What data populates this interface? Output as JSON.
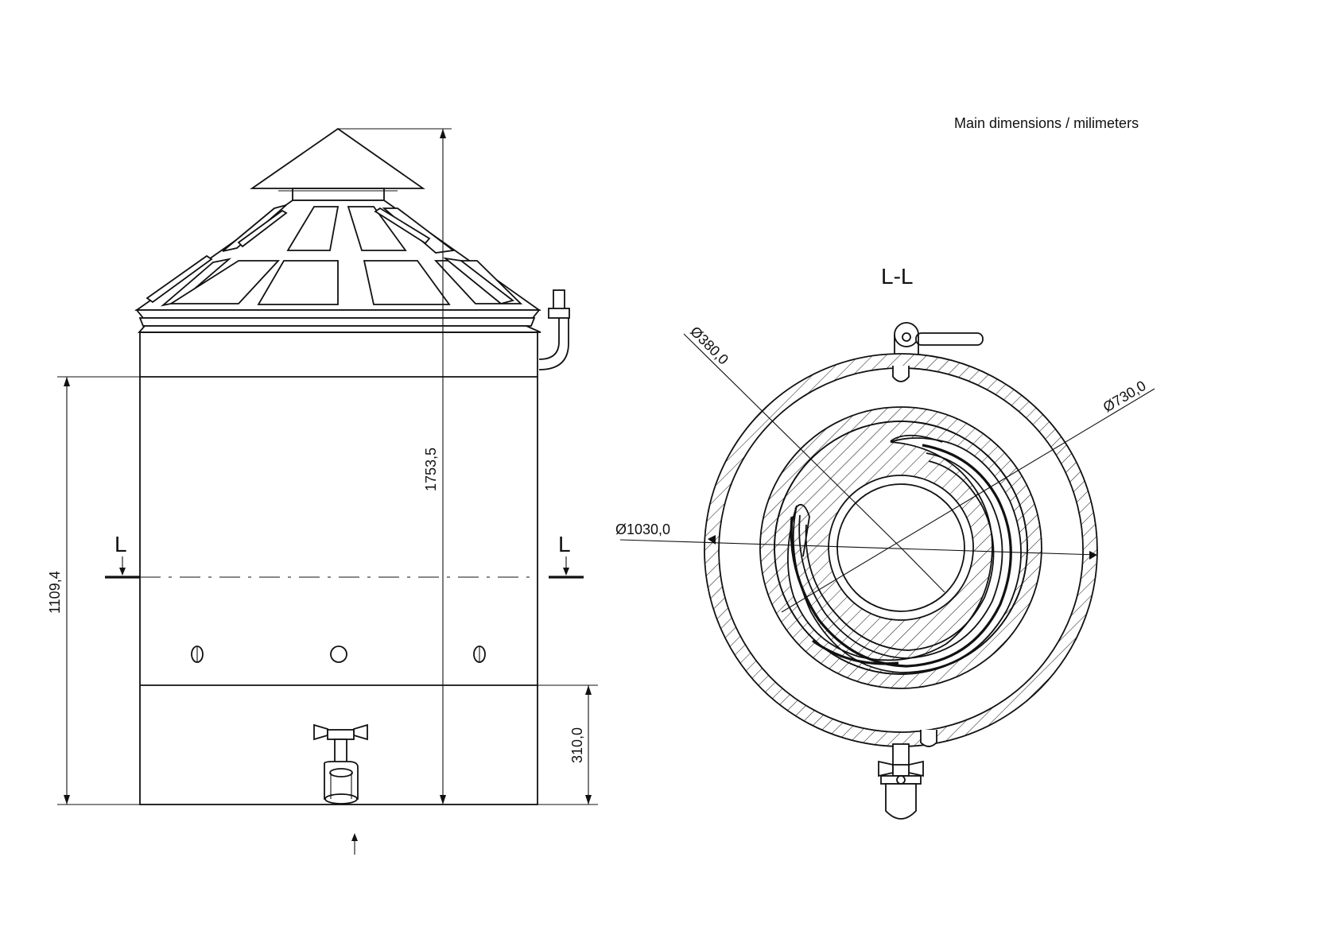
{
  "header": {
    "units_note": "Main dimensions / milimeters"
  },
  "section": {
    "mark_left": "L",
    "mark_right": "L",
    "view_title": "L-L"
  },
  "dimensions": {
    "total_height": "1753,5",
    "cut_height": "1109,4",
    "base_height": "310,0",
    "outer_diameter": "Ø1030,0",
    "inner_diameter": "Ø380,0",
    "middle_diameter": "Ø730,0"
  }
}
